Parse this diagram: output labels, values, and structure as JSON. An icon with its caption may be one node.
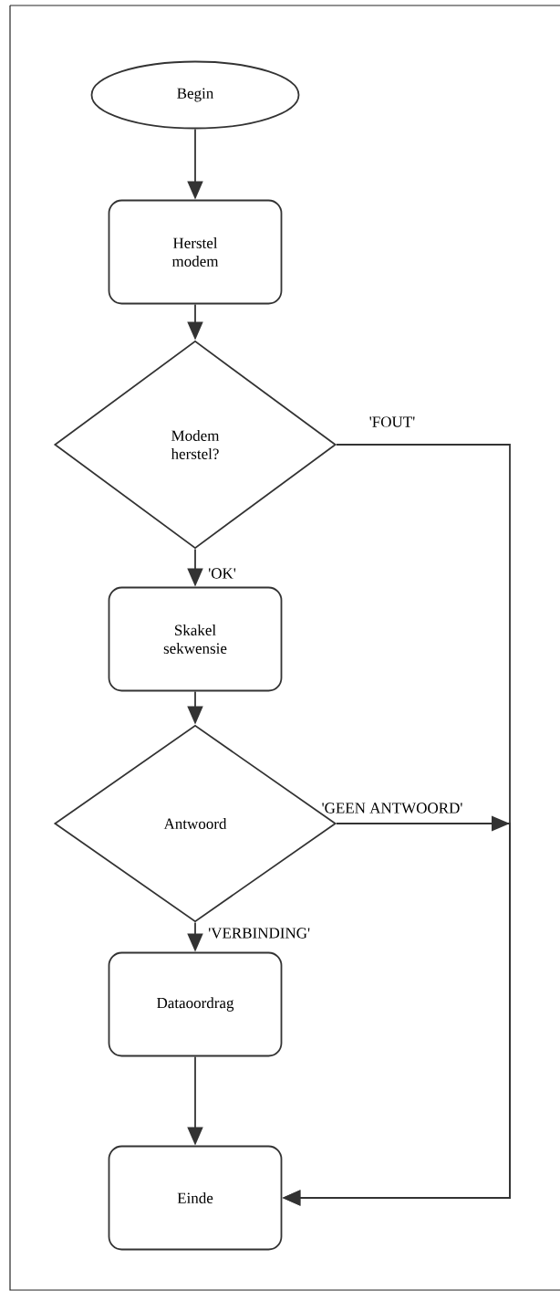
{
  "diagram": {
    "nodes": [
      {
        "text": [
          "Begin"
        ]
      },
      {
        "text": [
          "Herstel modem"
        ]
      },
      {
        "text": [
          "Modem herstel?"
        ]
      },
      {
        "text": [
          "Skakel sekwensie"
        ]
      },
      {
        "text": [
          "Antwoord"
        ]
      },
      {
        "text": [
          "Dataoordrag"
        ]
      },
      {
        "text": [
          "Einde"
        ]
      }
    ],
    "edges": [
      {
        "from": 0,
        "to": 1,
        "arrow": "to"
      },
      {
        "from": 1,
        "to": 2,
        "arrow": "to"
      },
      {
        "from": 2,
        "to": 6,
        "arrow": "to",
        "label": "'FOUT'"
      },
      {
        "from": 2,
        "to": 3,
        "arrow": "to",
        "label": "'OK'"
      },
      {
        "from": 3,
        "to": 4,
        "arrow": "to"
      },
      {
        "from": 4,
        "to": 6,
        "arrow": "to",
        "label": "'GEEN ANTWOORD'"
      },
      {
        "from": 4,
        "to": 5,
        "arrow": "to",
        "label": "'VERBINDING'"
      },
      {
        "from": 5,
        "to": 6,
        "arrow": "to"
      }
    ]
  }
}
